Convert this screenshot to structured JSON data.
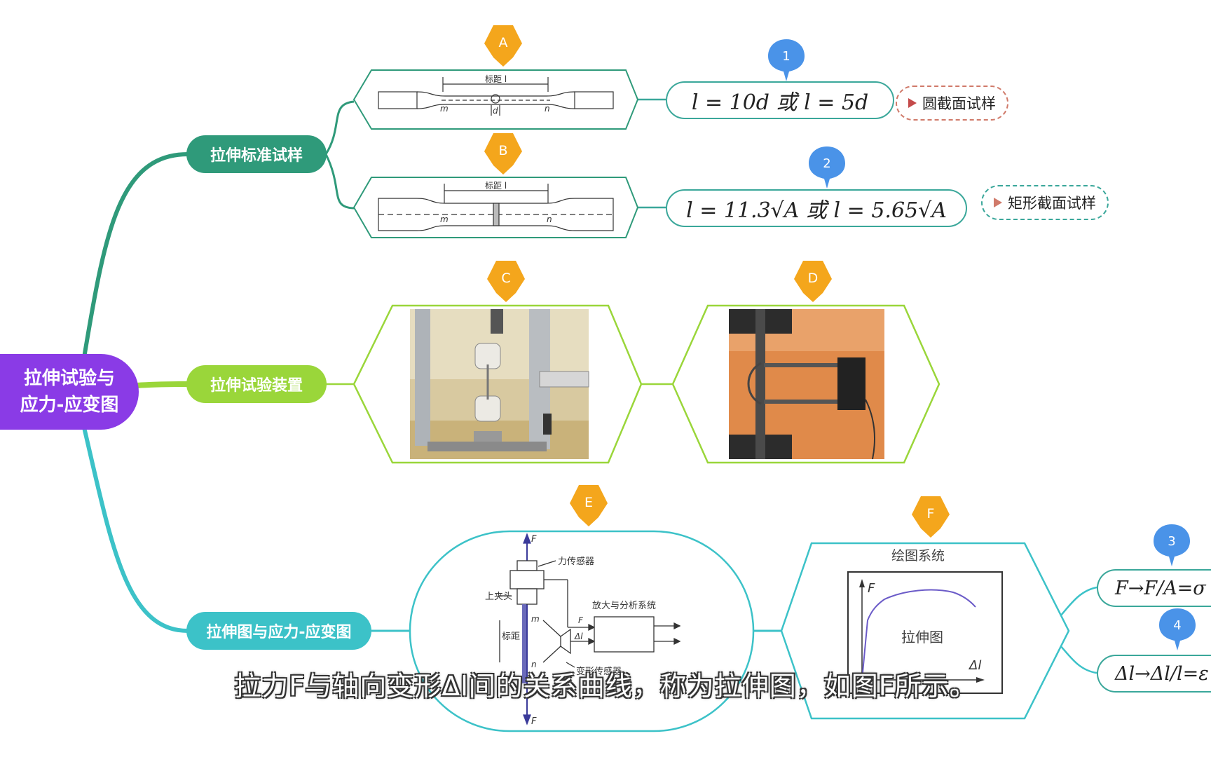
{
  "root": {
    "line1": "拉伸试验与",
    "line2": "应力-应变图"
  },
  "branches": {
    "specimen": "拉伸标准试样",
    "apparatus": "拉伸试验装置",
    "diagram": "拉伸图与应力-应变图"
  },
  "markers": {
    "a": "A",
    "b": "B",
    "c": "C",
    "d": "D",
    "e": "E",
    "f": "F"
  },
  "pins": {
    "p1": "1",
    "p2": "2",
    "p3": "3",
    "p4": "4"
  },
  "formulas": {
    "round": "l = 10d 或 l = 5d",
    "rect": "l = 11.3√A 或 l = 5.65√A",
    "f3": "F→F/A=σ",
    "f4": "Δl→Δl/l=ε"
  },
  "tags": {
    "round": "圆截面试样",
    "rect": "矩形截面试样"
  },
  "sketch_ab": {
    "gauge": "标距 l",
    "m": "m",
    "n": "n",
    "d": "d"
  },
  "sketch_e": {
    "F_top": "F",
    "F_bottom": "F",
    "sensor": "力传感器",
    "upper_clamp": "上夹头",
    "amp": "放大与分析系统",
    "gauge": "标距",
    "m": "m",
    "n": "n",
    "F_arrow": "F",
    "dl_arrow": "Δl",
    "deform_sensor": "变形传感器"
  },
  "plot_f": {
    "title": "绘图系统",
    "ylabel": "F",
    "xlabel": "Δl",
    "caption": "拉伸图"
  },
  "subtitle": "拉力F与轴向变形Δl间的关系曲线，称为拉伸图，如图F所示。",
  "colors": {
    "root": "#8a3be6",
    "specimen": "#2f9a7a",
    "apparatus": "#9ad63a",
    "diagram": "#3cc2c8",
    "marker": "#f4a61c",
    "pin": "#4a93e8",
    "tag_round": "#d07a6a",
    "tag_rect": "#3aa79a"
  }
}
